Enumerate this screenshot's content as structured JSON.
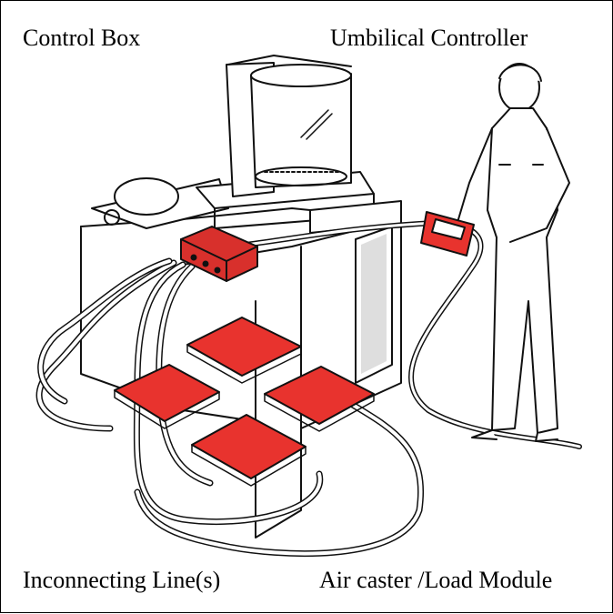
{
  "labels": {
    "control_box": "Control Box",
    "umbilical_controller": "Umbilical Controller",
    "interconnecting_lines": "Inconnecting Line(s)",
    "air_caster_load_module": "Air caster /Load Module"
  },
  "colors": {
    "air_caster_pad": "#e8332e",
    "control_box": "#d8302c",
    "line_art": "#111111",
    "background": "#ffffff"
  }
}
